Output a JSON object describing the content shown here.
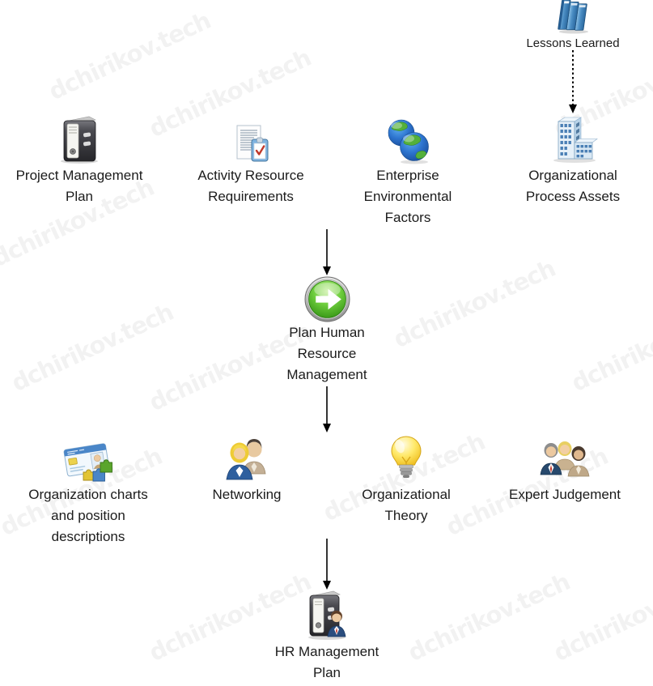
{
  "watermark": {
    "text": "dchirikov.tech"
  },
  "diagram": {
    "title_context": "Plan Human Resource Management data flow",
    "nodes": {
      "lessons_learned": {
        "label": "Lessons Learned"
      },
      "pmp": {
        "line1": "Project Management",
        "line2": "Plan"
      },
      "arr": {
        "line1": "Activity Resource",
        "line2": "Requirements"
      },
      "eef": {
        "line1": "Enterprise",
        "line2": "Environmental",
        "line3": "Factors"
      },
      "opa": {
        "line1": "Organizational",
        "line2": "Process Assets"
      },
      "process": {
        "line1": "Plan Human",
        "line2": "Resource",
        "line3": "Management"
      },
      "org_charts": {
        "line1": "Organization charts",
        "line2": "and position",
        "line3": "descriptions"
      },
      "networking": {
        "line1": "Networking"
      },
      "org_theory": {
        "line1": "Organizational",
        "line2": "Theory"
      },
      "expert": {
        "line1": "Expert Judgement"
      },
      "hr_plan": {
        "line1": "HR Management",
        "line2": "Plan"
      }
    },
    "edges": [
      {
        "from": "lessons-learned",
        "to": "organizational-process-assets",
        "style": "dotted"
      },
      {
        "from": "inputs-row",
        "to": "plan-human-resource-management",
        "style": "solid"
      },
      {
        "from": "plan-human-resource-management",
        "to": "tools-row",
        "style": "solid"
      },
      {
        "from": "tools-row",
        "to": "hr-management-plan",
        "style": "solid"
      }
    ],
    "colors": {
      "text": "#1b1b1b",
      "arrow": "#000000",
      "book_blue": "#3f7cb6",
      "process_green": "#54bb2a",
      "bulb_yellow": "#f5d23c",
      "suit_blue": "#2e5f9e",
      "tie_red": "#c0392b"
    }
  }
}
